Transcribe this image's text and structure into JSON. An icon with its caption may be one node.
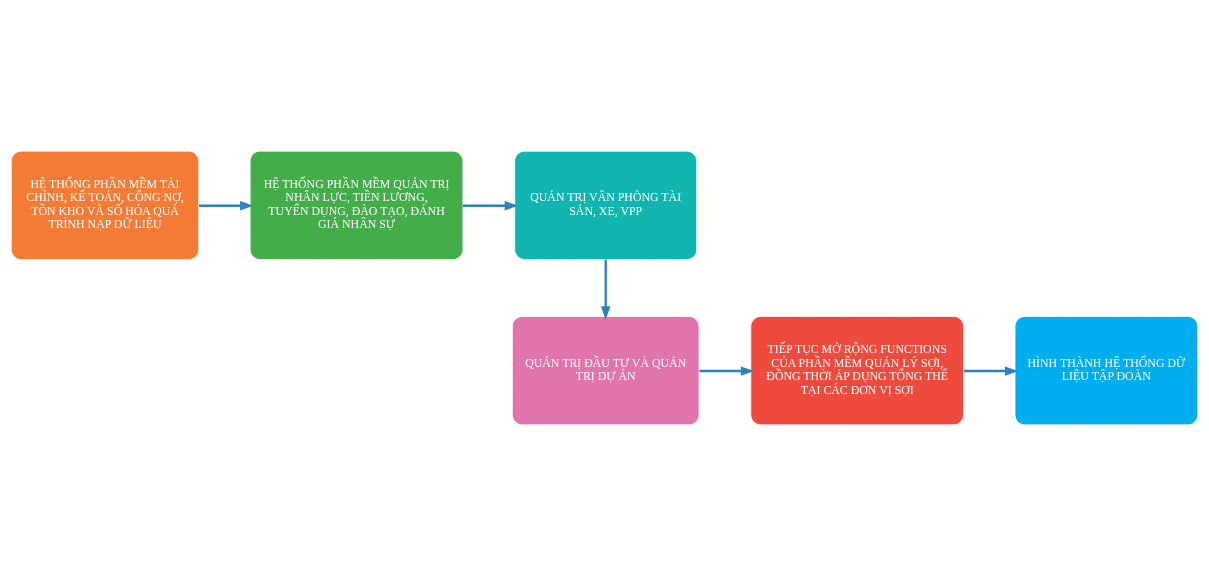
{
  "diagram": {
    "nodes": [
      {
        "text": [
          "HỆ THỐNG PHẦN MỀM TÀI CHÍNH, KẾ TOÁN, CÔNG NỢ, TỒN KHO VÀ SỐ HÓA QUÁ TRÌNH NẠP DỮ LIỆU"
        ]
      },
      {
        "text": [
          "HỆ THỐNG PHẦN MỀM QUẢN TRỊ NHÂN LỰC, TIỀN LƯƠNG, TUYỂN DỤNG, ĐÀO TẠO, ĐÁNH GIÁ NHÂN SỰ"
        ]
      },
      {
        "text": [
          "QUẢN TRỊ VĂN PHÒNG TÀI SẢN, XE, VPP"
        ]
      },
      {
        "text": [
          "QUẢN TRỊ ĐẦU TƯ VÀ QUẢN TRỊ DỰ ÁN"
        ]
      },
      {
        "text": [
          "TIẾP TỤC MỞ RỘNG FUNCTIONS CỦA PHẦN MỀM QUẢN LÝ SỢI, ĐỒNG THỜI ÁP DỤNG TỔNG THỂ TẠI CÁC ĐƠN VỊ SỢI"
        ]
      },
      {
        "text": [
          "HÌNH THÀNH HỆ THỐNG DỮ LIỆU TẬP ĐOÀN"
        ]
      }
    ],
    "edges": [
      {
        "from": 0,
        "to": 1,
        "arrow": "to"
      },
      {
        "from": 1,
        "to": 2,
        "arrow": "to"
      },
      {
        "from": 2,
        "to": 3,
        "arrow": "to"
      },
      {
        "from": 3,
        "to": 4,
        "arrow": "to"
      },
      {
        "from": 4,
        "to": 5,
        "arrow": "to"
      }
    ]
  }
}
